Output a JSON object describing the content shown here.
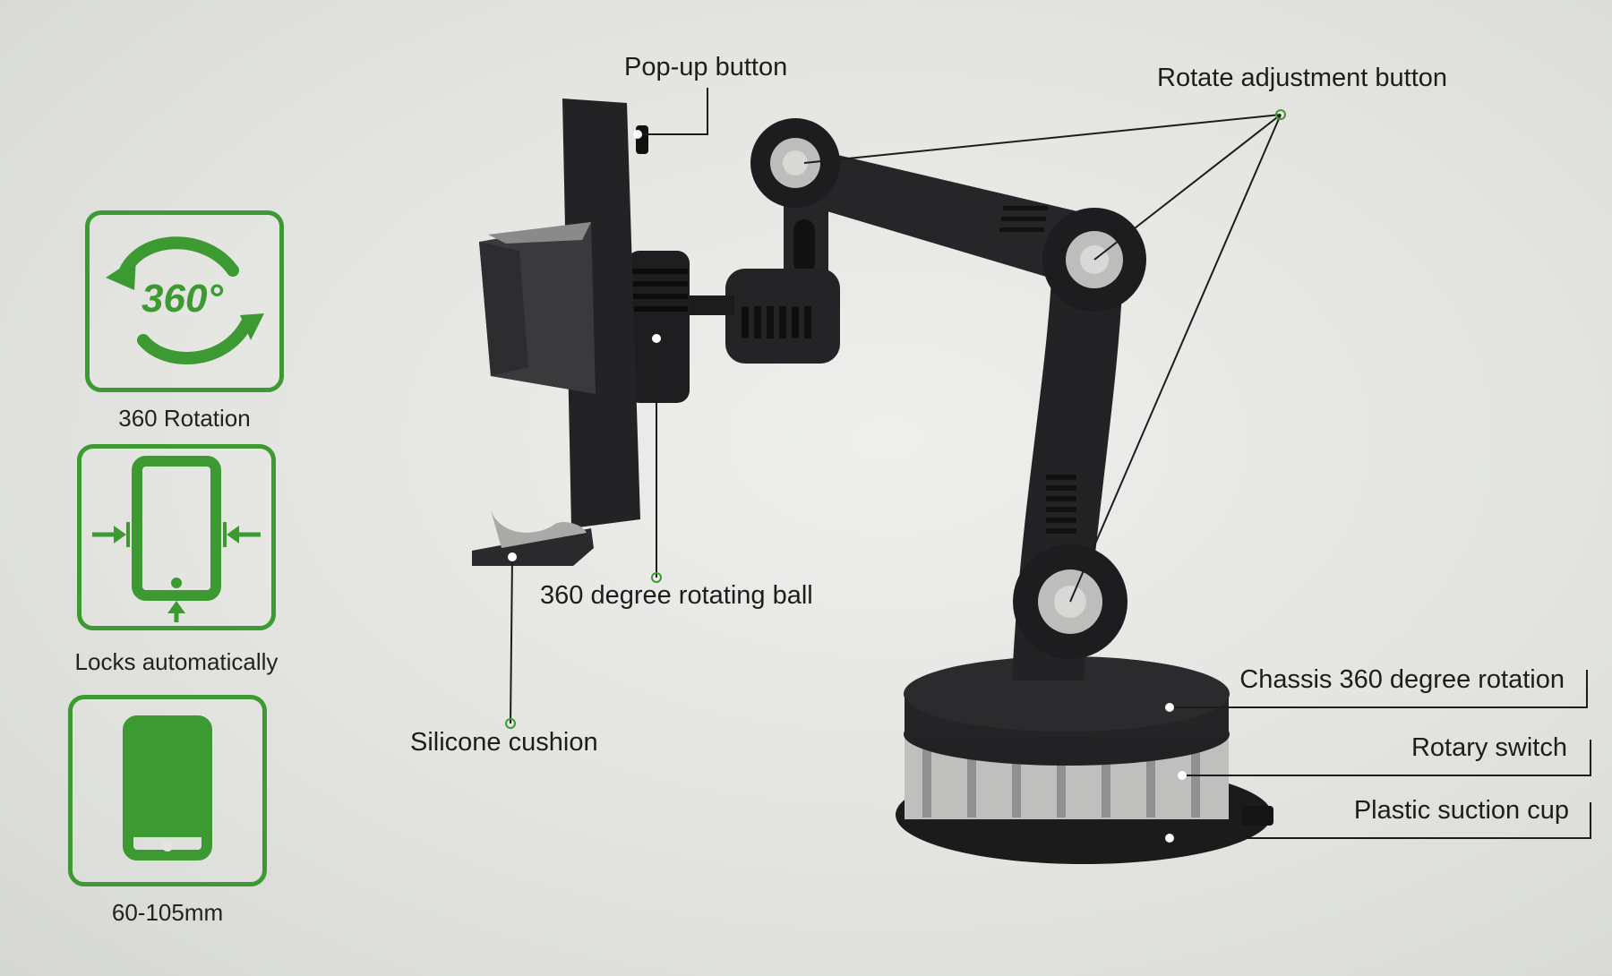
{
  "colors": {
    "accent_green": "#3d9a33",
    "background": "#e4e5e1",
    "product": "#1f1f21"
  },
  "features": [
    {
      "icon": "rotation-360-icon",
      "icon_text": "360°",
      "label": "360 Rotation"
    },
    {
      "icon": "phone-lock-icon",
      "label": "Locks automatically"
    },
    {
      "icon": "phone-size-icon",
      "label": "60-105mm"
    }
  ],
  "callouts": {
    "popup_button": "Pop-up button",
    "rotate_adjustment_button": "Rotate adjustment button",
    "rotating_ball": "360 degree rotating ball",
    "silicone_cushion": "Silicone cushion",
    "chassis_rotation": "Chassis 360 degree rotation",
    "rotary_switch": "Rotary switch",
    "suction_cup": "Plastic suction cup"
  }
}
